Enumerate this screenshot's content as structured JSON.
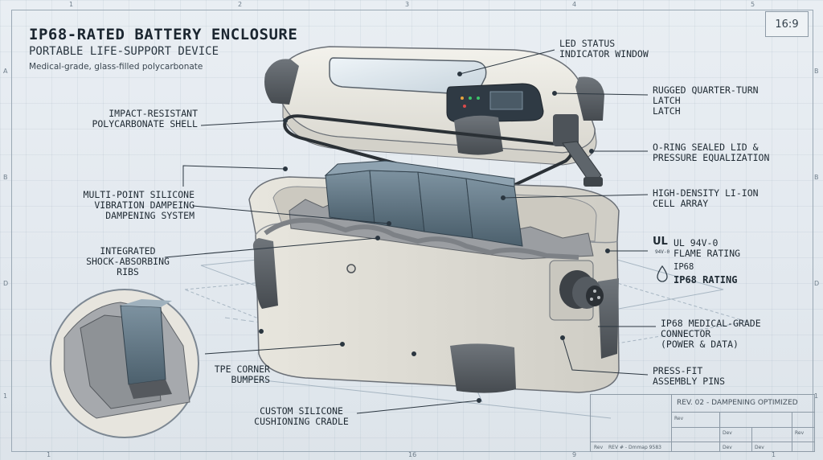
{
  "header": {
    "title": "IP68-RATED BATTERY ENCLOSURE",
    "subtitle": "PORTABLE LIFE-SUPPORT DEVICE",
    "material": "Medical-grade, glass-filled polycarbonate",
    "aspect": "16:9"
  },
  "rulers": {
    "top": [
      "1",
      "2",
      "3",
      "4",
      "5"
    ],
    "bottom": [
      "1",
      "16",
      "9",
      "1"
    ],
    "left": [
      "A",
      "B",
      "D",
      "1"
    ],
    "right": [
      "B",
      "B",
      "D",
      "1"
    ]
  },
  "callouts": {
    "led": [
      "LED STATUS",
      "INDICATOR WINDOW"
    ],
    "latch": [
      "RUGGED QUARTER-TURN",
      "LATCH",
      "LATCH"
    ],
    "shell": [
      "IMPACT-RESISTANT",
      "POLYCARBONATE SHELL"
    ],
    "oring": [
      "O-RING SEALED LID &",
      "PRESSURE EQUALIZATION"
    ],
    "damping": [
      "MULTI-POINT SILICONE",
      "VIBRATION DAMPEING",
      "DAMPENING SYSTEM"
    ],
    "cells": [
      "HIGH-DENSITY LI-ION",
      "CELL ARRAY"
    ],
    "ribs": [
      "INTEGRATED",
      "SHOCK-ABSORBING",
      "RIBS"
    ],
    "connector": [
      "IP68 MEDICAL-GRADE",
      "CONNECTOR",
      "(POWER & DATA)"
    ],
    "bumpers": [
      "TPE CORNER",
      "BUMPERS"
    ],
    "pins": [
      "PRESS-FIT",
      "ASSEMBLY PINS"
    ],
    "cradle": [
      "CUSTOM SILICONE",
      "CUSHIONING CRADLE"
    ]
  },
  "certifications": {
    "ul_mark": "UL",
    "ul_sub": "94V-0",
    "ul_text": [
      "UL 94V-0",
      "FLAME RATING"
    ],
    "ip_small": "IP68",
    "ip_bold": "IP68 RATING"
  },
  "title_block": {
    "revision": "REV. 02 - DAMPENING OPTIMIZED",
    "cells": [
      "Rev",
      "REV # - Dmmap 9583",
      "Rev",
      "Dev",
      "Dev",
      "Dev",
      "Rev"
    ]
  },
  "colors": {
    "shell": "#e9e7df",
    "bumper": "#5d6268",
    "cells": "#5f7584",
    "line": "#2b3640"
  }
}
